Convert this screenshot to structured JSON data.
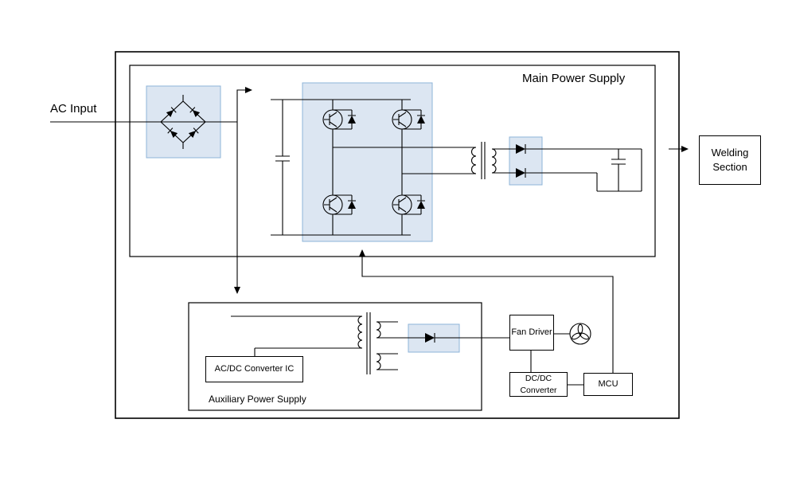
{
  "diagram": {
    "title": "Main Power Supply",
    "labels": {
      "ac_input": "AC Input",
      "welding_section": "Welding Section",
      "aux_power_supply": "Auxiliary Power Supply",
      "acdc_converter_ic": "AC/DC Converter IC",
      "fan_driver": "Fan Driver",
      "dcdc_converter": "DC/DC Converter",
      "mcu": "MCU"
    },
    "icons": {
      "fan_icon": "fan"
    },
    "colors": {
      "highlight_fill": "#dce6f2",
      "highlight_border": "#8eb4d8",
      "line": "#000000",
      "background": "#ffffff"
    }
  }
}
